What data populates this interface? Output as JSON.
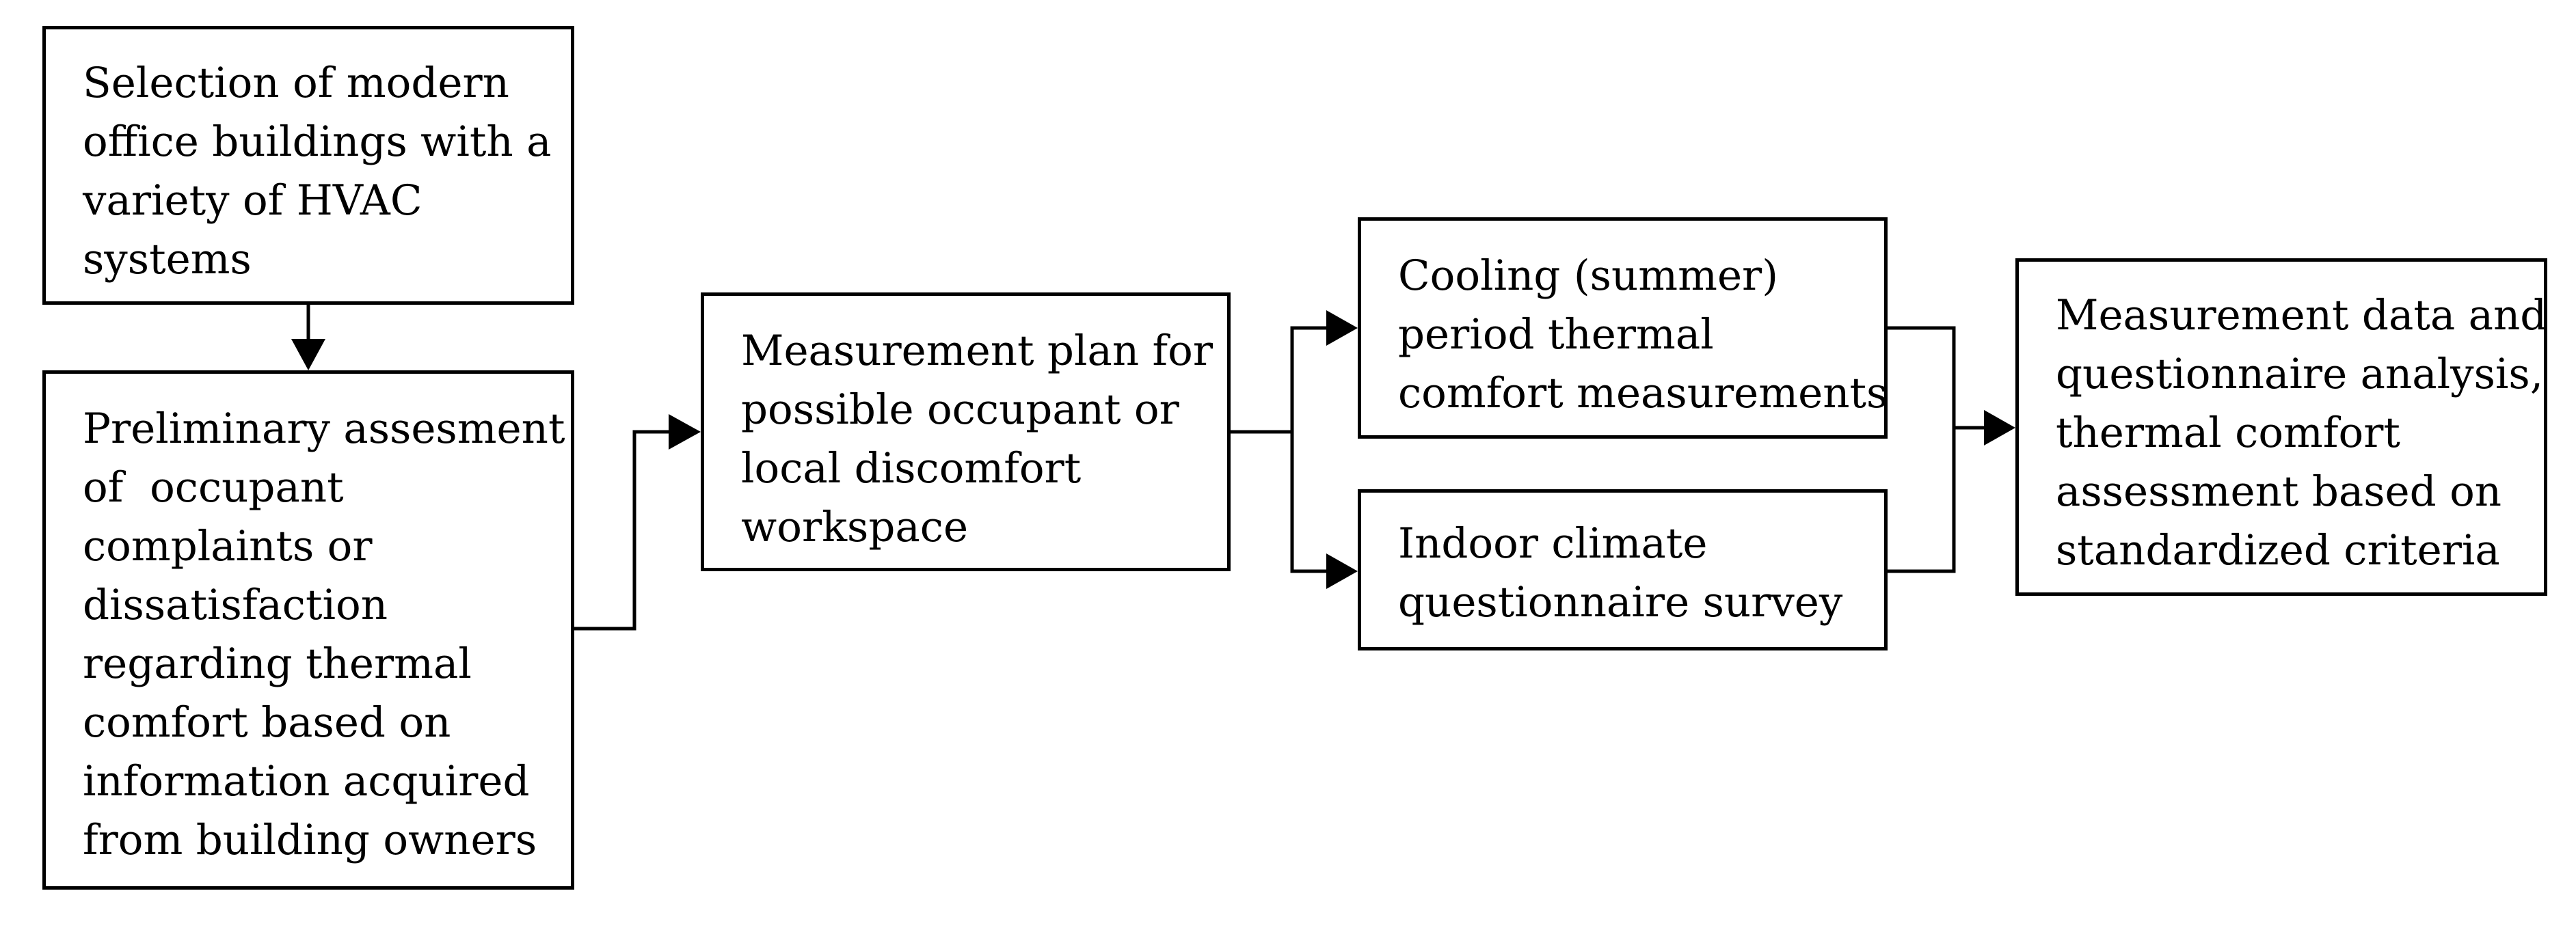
{
  "diagram": {
    "boxes": {
      "selection": {
        "lines": [
          "Selection of modern",
          "office buildings with a",
          "variety of HVAC",
          "systems"
        ]
      },
      "preliminary": {
        "lines": [
          "Preliminary assesment",
          "of  occupant",
          "complaints or",
          "dissatisfaction",
          "regarding thermal",
          "comfort based on",
          "information acquired",
          "from building owners"
        ]
      },
      "plan": {
        "lines": [
          "Measurement plan for",
          "possible occupant or",
          "local discomfort",
          "workspace"
        ]
      },
      "cooling": {
        "lines": [
          "Cooling (summer)",
          "period thermal",
          "comfort measurements"
        ]
      },
      "questionnaire": {
        "lines": [
          "Indoor climate",
          "questionnaire survey"
        ]
      },
      "analysis": {
        "lines": [
          "Measurement data and",
          "questionnaire analysis,",
          "thermal comfort",
          "assessment based on",
          "standardized criteria"
        ]
      }
    }
  }
}
